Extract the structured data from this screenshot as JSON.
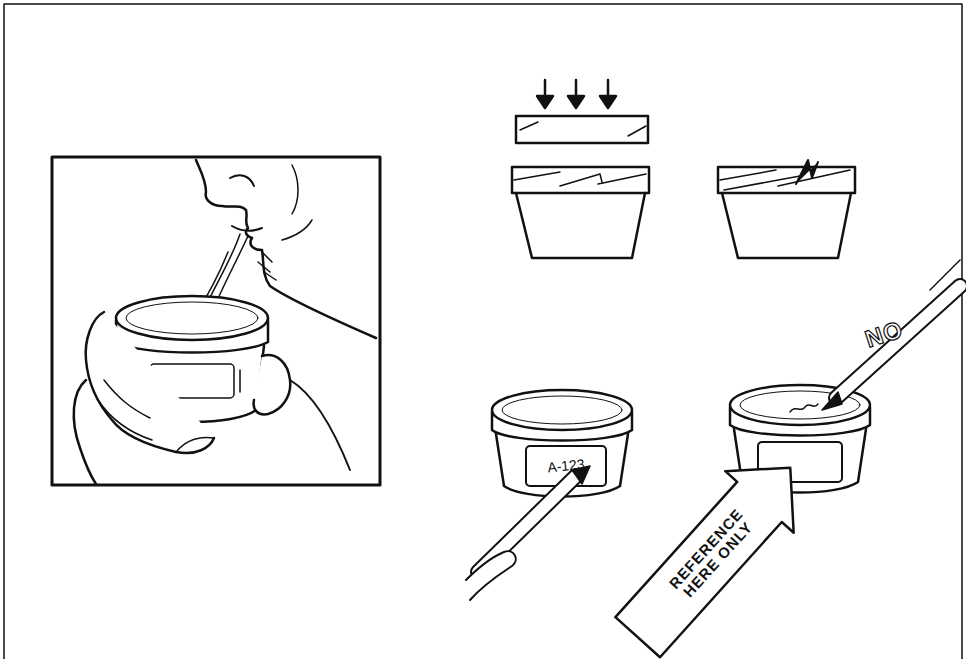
{
  "diagram": {
    "labels": [
      "A-123",
      "NO",
      "REFERENCE HERE ONLY"
    ]
  }
}
